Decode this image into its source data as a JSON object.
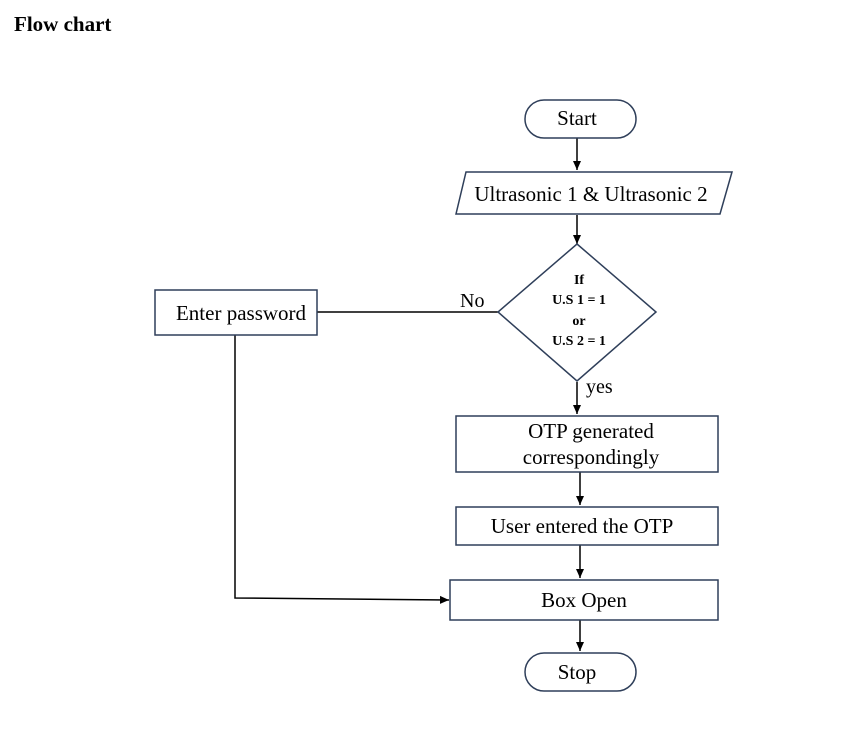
{
  "title": "Flow chart",
  "colors": {
    "node_border": "#2f3f5a",
    "line": "#000000",
    "fill": "#ffffff",
    "text": "#000000"
  },
  "nodes": {
    "start": "Start",
    "input": "Ultrasonic 1 & Ultrasonic 2",
    "decision": [
      "If",
      "U.S 1 = 1",
      "or",
      "U.S 2 = 1"
    ],
    "enter_password": "Enter password",
    "otp_generated": [
      "OTP generated",
      "correspondingly"
    ],
    "user_entered": "User entered the OTP",
    "box_open": "Box Open",
    "stop": "Stop"
  },
  "edges": {
    "no_label": "No",
    "yes_label": "yes"
  }
}
